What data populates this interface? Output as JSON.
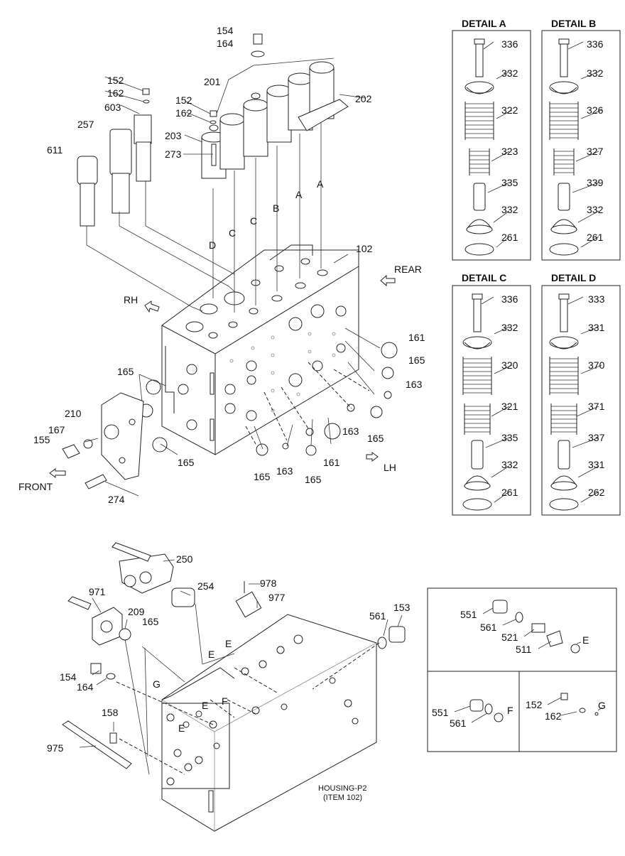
{
  "details": [
    {
      "id": "A",
      "title": "DETAIL A",
      "parts": [
        "336",
        "332",
        "322",
        "323",
        "335",
        "332",
        "261"
      ]
    },
    {
      "id": "B",
      "title": "DETAIL B",
      "parts": [
        "336",
        "332",
        "326",
        "327",
        "339",
        "332",
        "261"
      ]
    },
    {
      "id": "C",
      "title": "DETAIL C",
      "parts": [
        "336",
        "332",
        "320",
        "321",
        "335",
        "332",
        "261"
      ]
    },
    {
      "id": "D",
      "title": "DETAIL D",
      "parts": [
        "333",
        "331",
        "370",
        "371",
        "337",
        "331",
        "262"
      ]
    }
  ],
  "top_labels": {
    "p154": "154",
    "p164": "164",
    "p201": "201",
    "p202": "202",
    "p152a": "152",
    "p162a": "162",
    "p603": "603",
    "p152b": "152",
    "p162b": "162",
    "p257": "257",
    "p203": "203",
    "p273": "273",
    "p611": "611",
    "p102": "102",
    "rear": "REAR",
    "rh": "RH",
    "front": "FRONT",
    "lh": "LH",
    "p161a": "161",
    "p165a": "165",
    "p163a": "163",
    "p165b": "165",
    "p210": "210",
    "p167": "167",
    "p155": "155",
    "p165c": "165",
    "p163b": "163",
    "p165d": "165",
    "p165e": "165",
    "p163c": "163",
    "p161b": "161",
    "p165f": "165",
    "p274": "274",
    "sec_D": "D",
    "sec_C1": "C",
    "sec_C2": "C",
    "sec_B": "B",
    "sec_A1": "A",
    "sec_A2": "A"
  },
  "bottom_labels": {
    "p250": "250",
    "p254": "254",
    "p971": "971",
    "p209": "209",
    "p165": "165",
    "p978": "978",
    "p977": "977",
    "p561": "561",
    "p153": "153",
    "p154": "154",
    "p164": "164",
    "p158": "158",
    "p975": "975",
    "E1": "E",
    "E2": "E",
    "E3": "E",
    "E4": "E",
    "F1": "F",
    "G1": "G",
    "housing1": "HOUSING-P2",
    "housing2": "(ITEM 102)"
  },
  "inset_labels": {
    "e551": "551",
    "e561": "561",
    "e521": "521",
    "e511": "511",
    "eE": "E",
    "f551": "551",
    "f561": "561",
    "fF": "F",
    "g152": "152",
    "g162": "162",
    "gG": "G"
  }
}
